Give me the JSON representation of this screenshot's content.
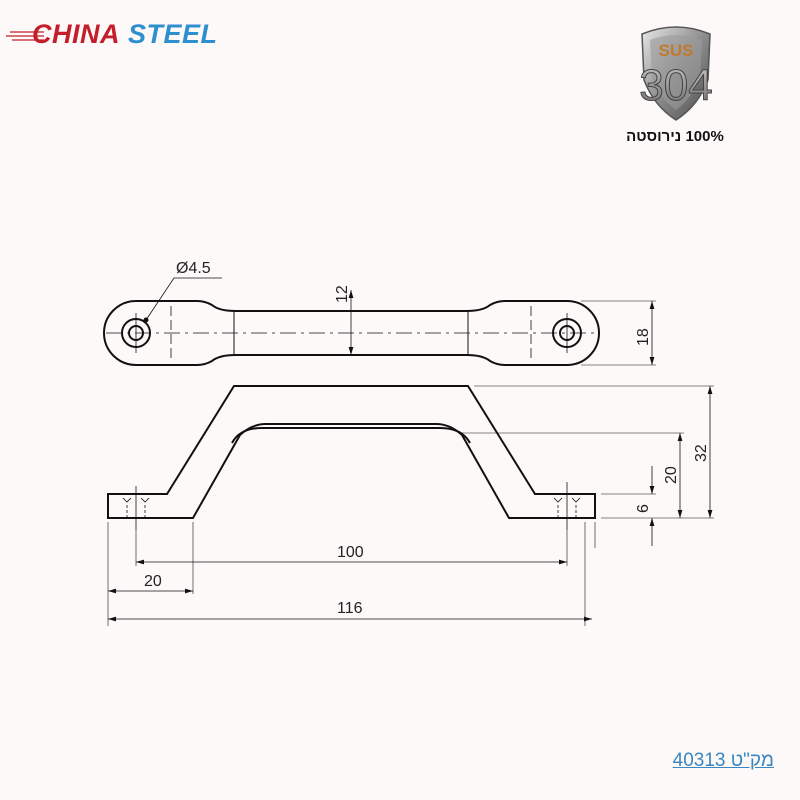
{
  "brand": {
    "name_part1": "CHINA",
    "name_part2": "STEEL",
    "colors": {
      "china": "#c41e2a",
      "steel": "#2e8fce"
    }
  },
  "badge": {
    "top_text": "SUS",
    "grade": "304",
    "caption": "100% נירוסטה"
  },
  "drawing": {
    "top_view": {
      "hole_diameter": "Ø4.5",
      "bar_width": "12",
      "end_width": "18"
    },
    "side_view": {
      "total_height": "32",
      "inner_height": "20",
      "foot_thickness": "6",
      "hole_spacing": "100",
      "foot_length": "20",
      "total_length": "116"
    }
  },
  "sku": {
    "label": "מק\"ט 40313",
    "color": "#3a86c0"
  }
}
